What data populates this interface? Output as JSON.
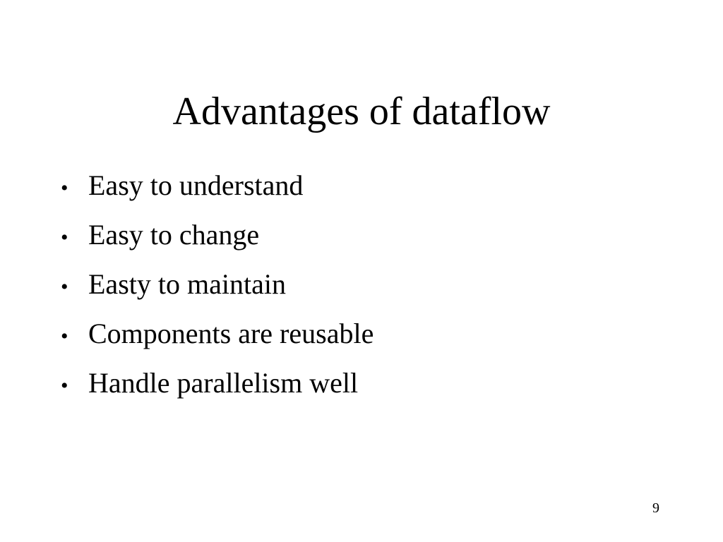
{
  "slide": {
    "title": "Advantages of dataflow",
    "bullet_symbol": "•",
    "bullets": [
      "Easy to understand",
      "Easy to change",
      "Easty to maintain",
      "Components are reusable",
      "Handle parallelism well"
    ],
    "page_number": "9"
  }
}
